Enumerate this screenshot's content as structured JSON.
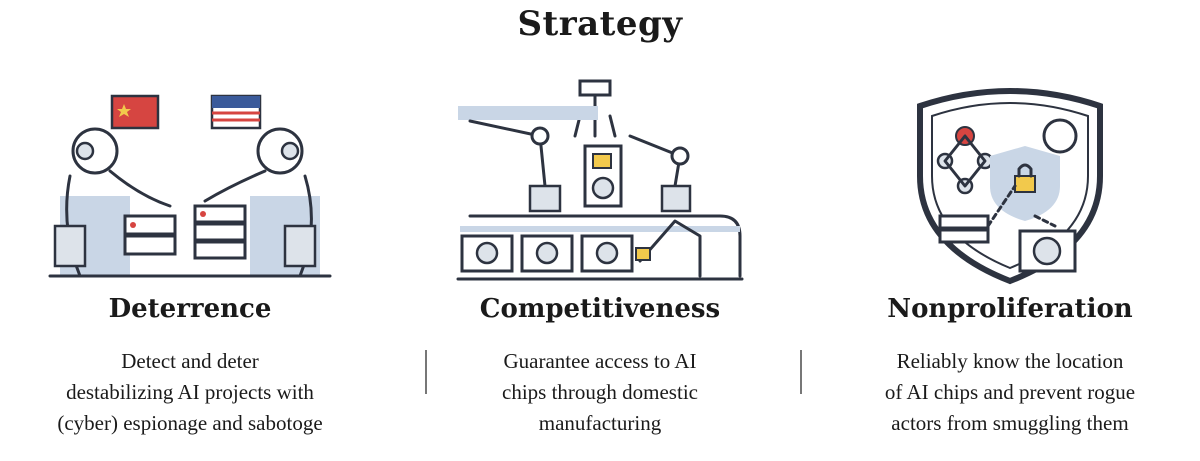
{
  "title": "Strategy",
  "columns": [
    {
      "heading": "Deterrence",
      "lines": [
        "Detect and deter",
        "destabilizing AI projects with",
        "(cyber) espionage and sabotoge"
      ],
      "icon": "robots-negotiating-icon"
    },
    {
      "heading": "Competitiveness",
      "lines": [
        "Guarantee access to AI",
        "chips through domestic",
        "manufacturing"
      ],
      "icon": "chip-assembly-line-icon"
    },
    {
      "heading": "Nonproliferation",
      "lines": [
        "Reliably know the location",
        "of AI chips and prevent rogue",
        "actors from smuggling them"
      ],
      "icon": "security-shield-icon"
    }
  ],
  "colors": {
    "line": "#2d3340",
    "accent_blue": "#c9d6e6",
    "flag_red": "#d64541",
    "flag_yellow": "#f2c94c",
    "flag_blue": "#3a5a9a",
    "lock_yellow": "#f2c94c"
  }
}
